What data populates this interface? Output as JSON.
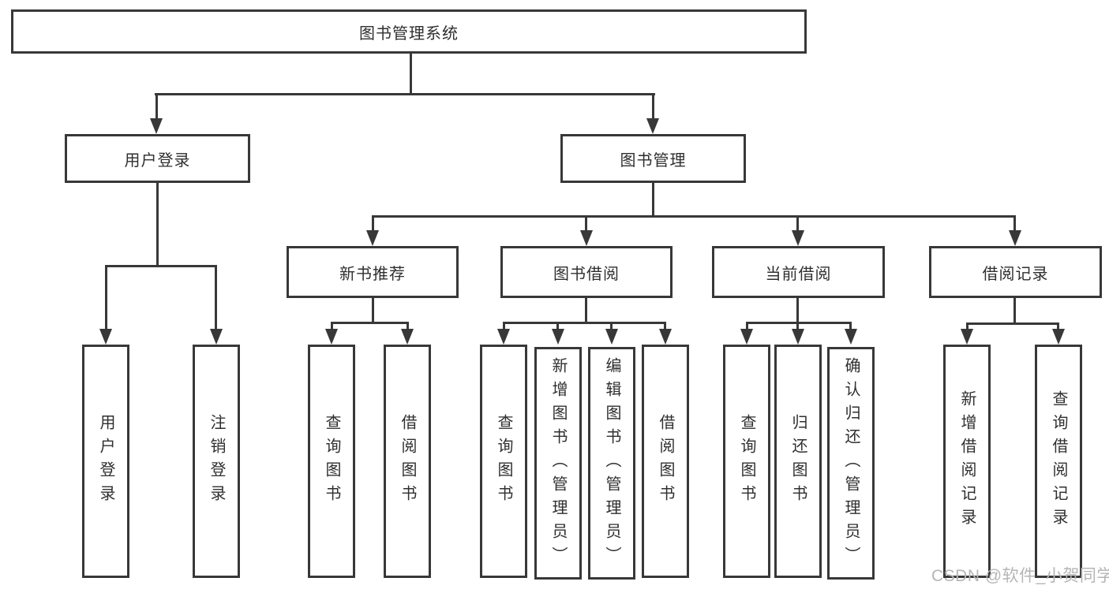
{
  "colors": {
    "line": "#383838",
    "node_border": "#383838",
    "node_text": "#2f2f2f",
    "background": "#ffffff",
    "watermark_text": "#b5b5b5"
  },
  "tree": {
    "root": "图书管理系统",
    "children": [
      {
        "label": "用户登录",
        "children": [
          "用户登录",
          "注销登录"
        ]
      },
      {
        "label": "图书管理",
        "children": [
          {
            "label": "新书推荐",
            "children": [
              "查询图书",
              "借阅图书"
            ]
          },
          {
            "label": "图书借阅",
            "children": [
              "查询图书",
              "新增图书（管理员）",
              "编辑图书（管理员）",
              "借阅图书"
            ]
          },
          {
            "label": "当前借阅",
            "children": [
              "查询图书",
              "归还图书",
              "确认归还（管理员）"
            ]
          },
          {
            "label": "借阅记录",
            "children": [
              "新增借阅记录",
              "查询借阅记录"
            ]
          }
        ]
      }
    ]
  },
  "watermark": {
    "text": "CSDN @软件_小贺同学"
  }
}
